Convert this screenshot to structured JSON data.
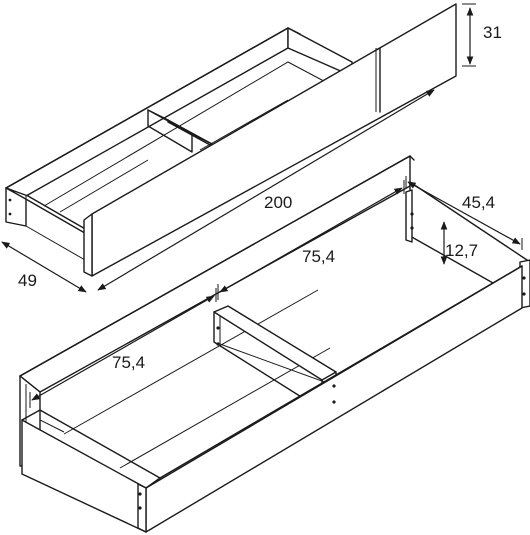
{
  "dimensions": {
    "height_top": "31",
    "length": "200",
    "depth": "49",
    "inner_depth": "45,4",
    "inner_height": "12,7",
    "compartment_right": "75,4",
    "compartment_left": "75,4"
  }
}
